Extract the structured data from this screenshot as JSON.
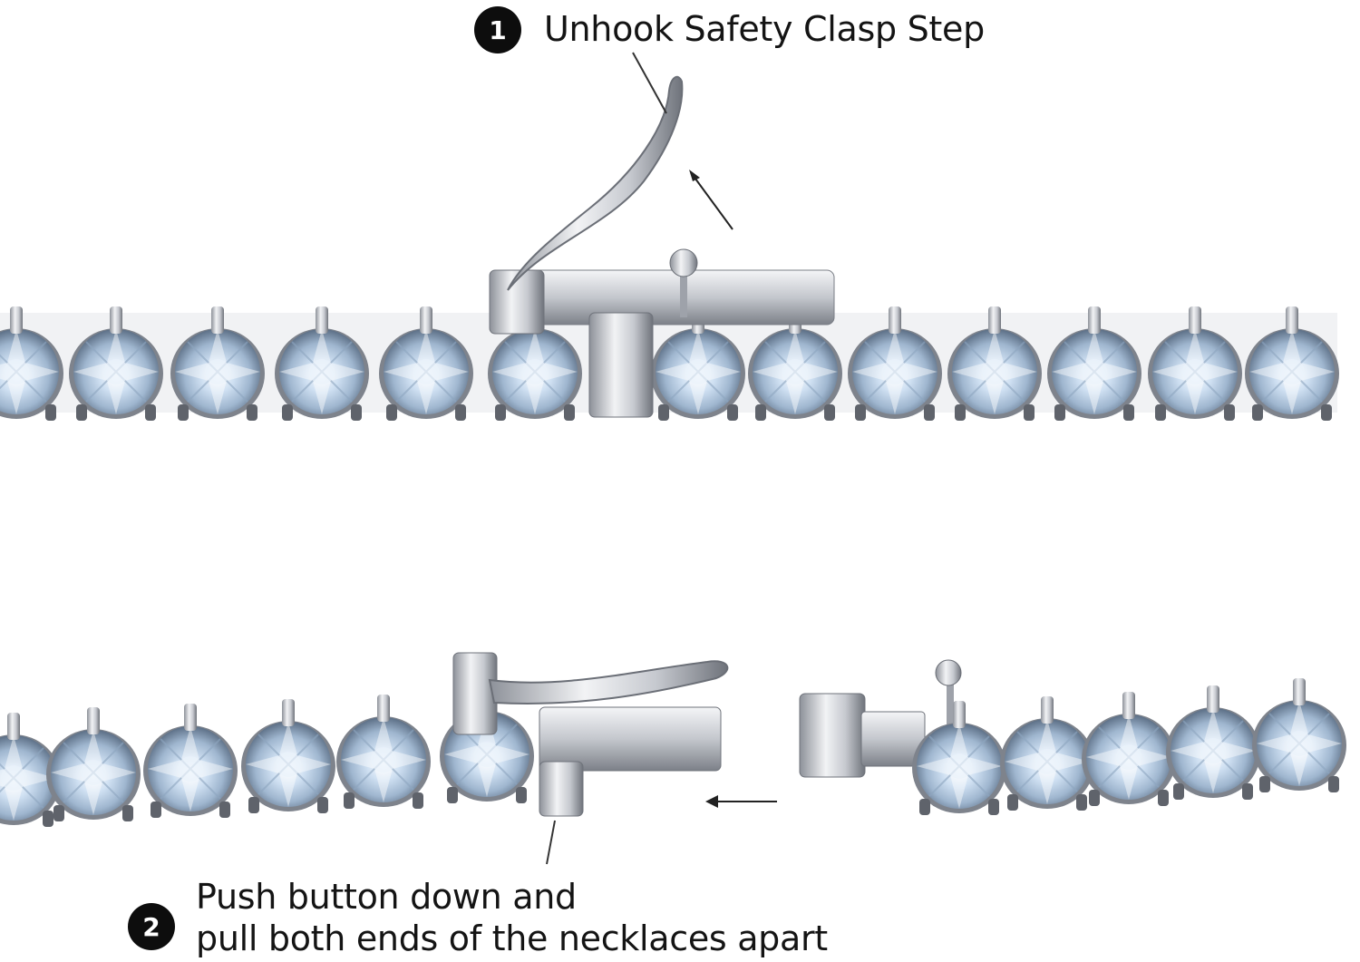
{
  "steps": [
    {
      "number": "1",
      "text": "Unhook Safety Clasp Step"
    },
    {
      "number": "2",
      "line1": "Push button down and",
      "line2": "pull both ends of the necklaces apart"
    }
  ],
  "colors": {
    "background": "#ffffff",
    "badge": "#0d0d0d",
    "text": "#141414",
    "metal": "#c9ccd2",
    "stone": "#dfe8f3"
  }
}
